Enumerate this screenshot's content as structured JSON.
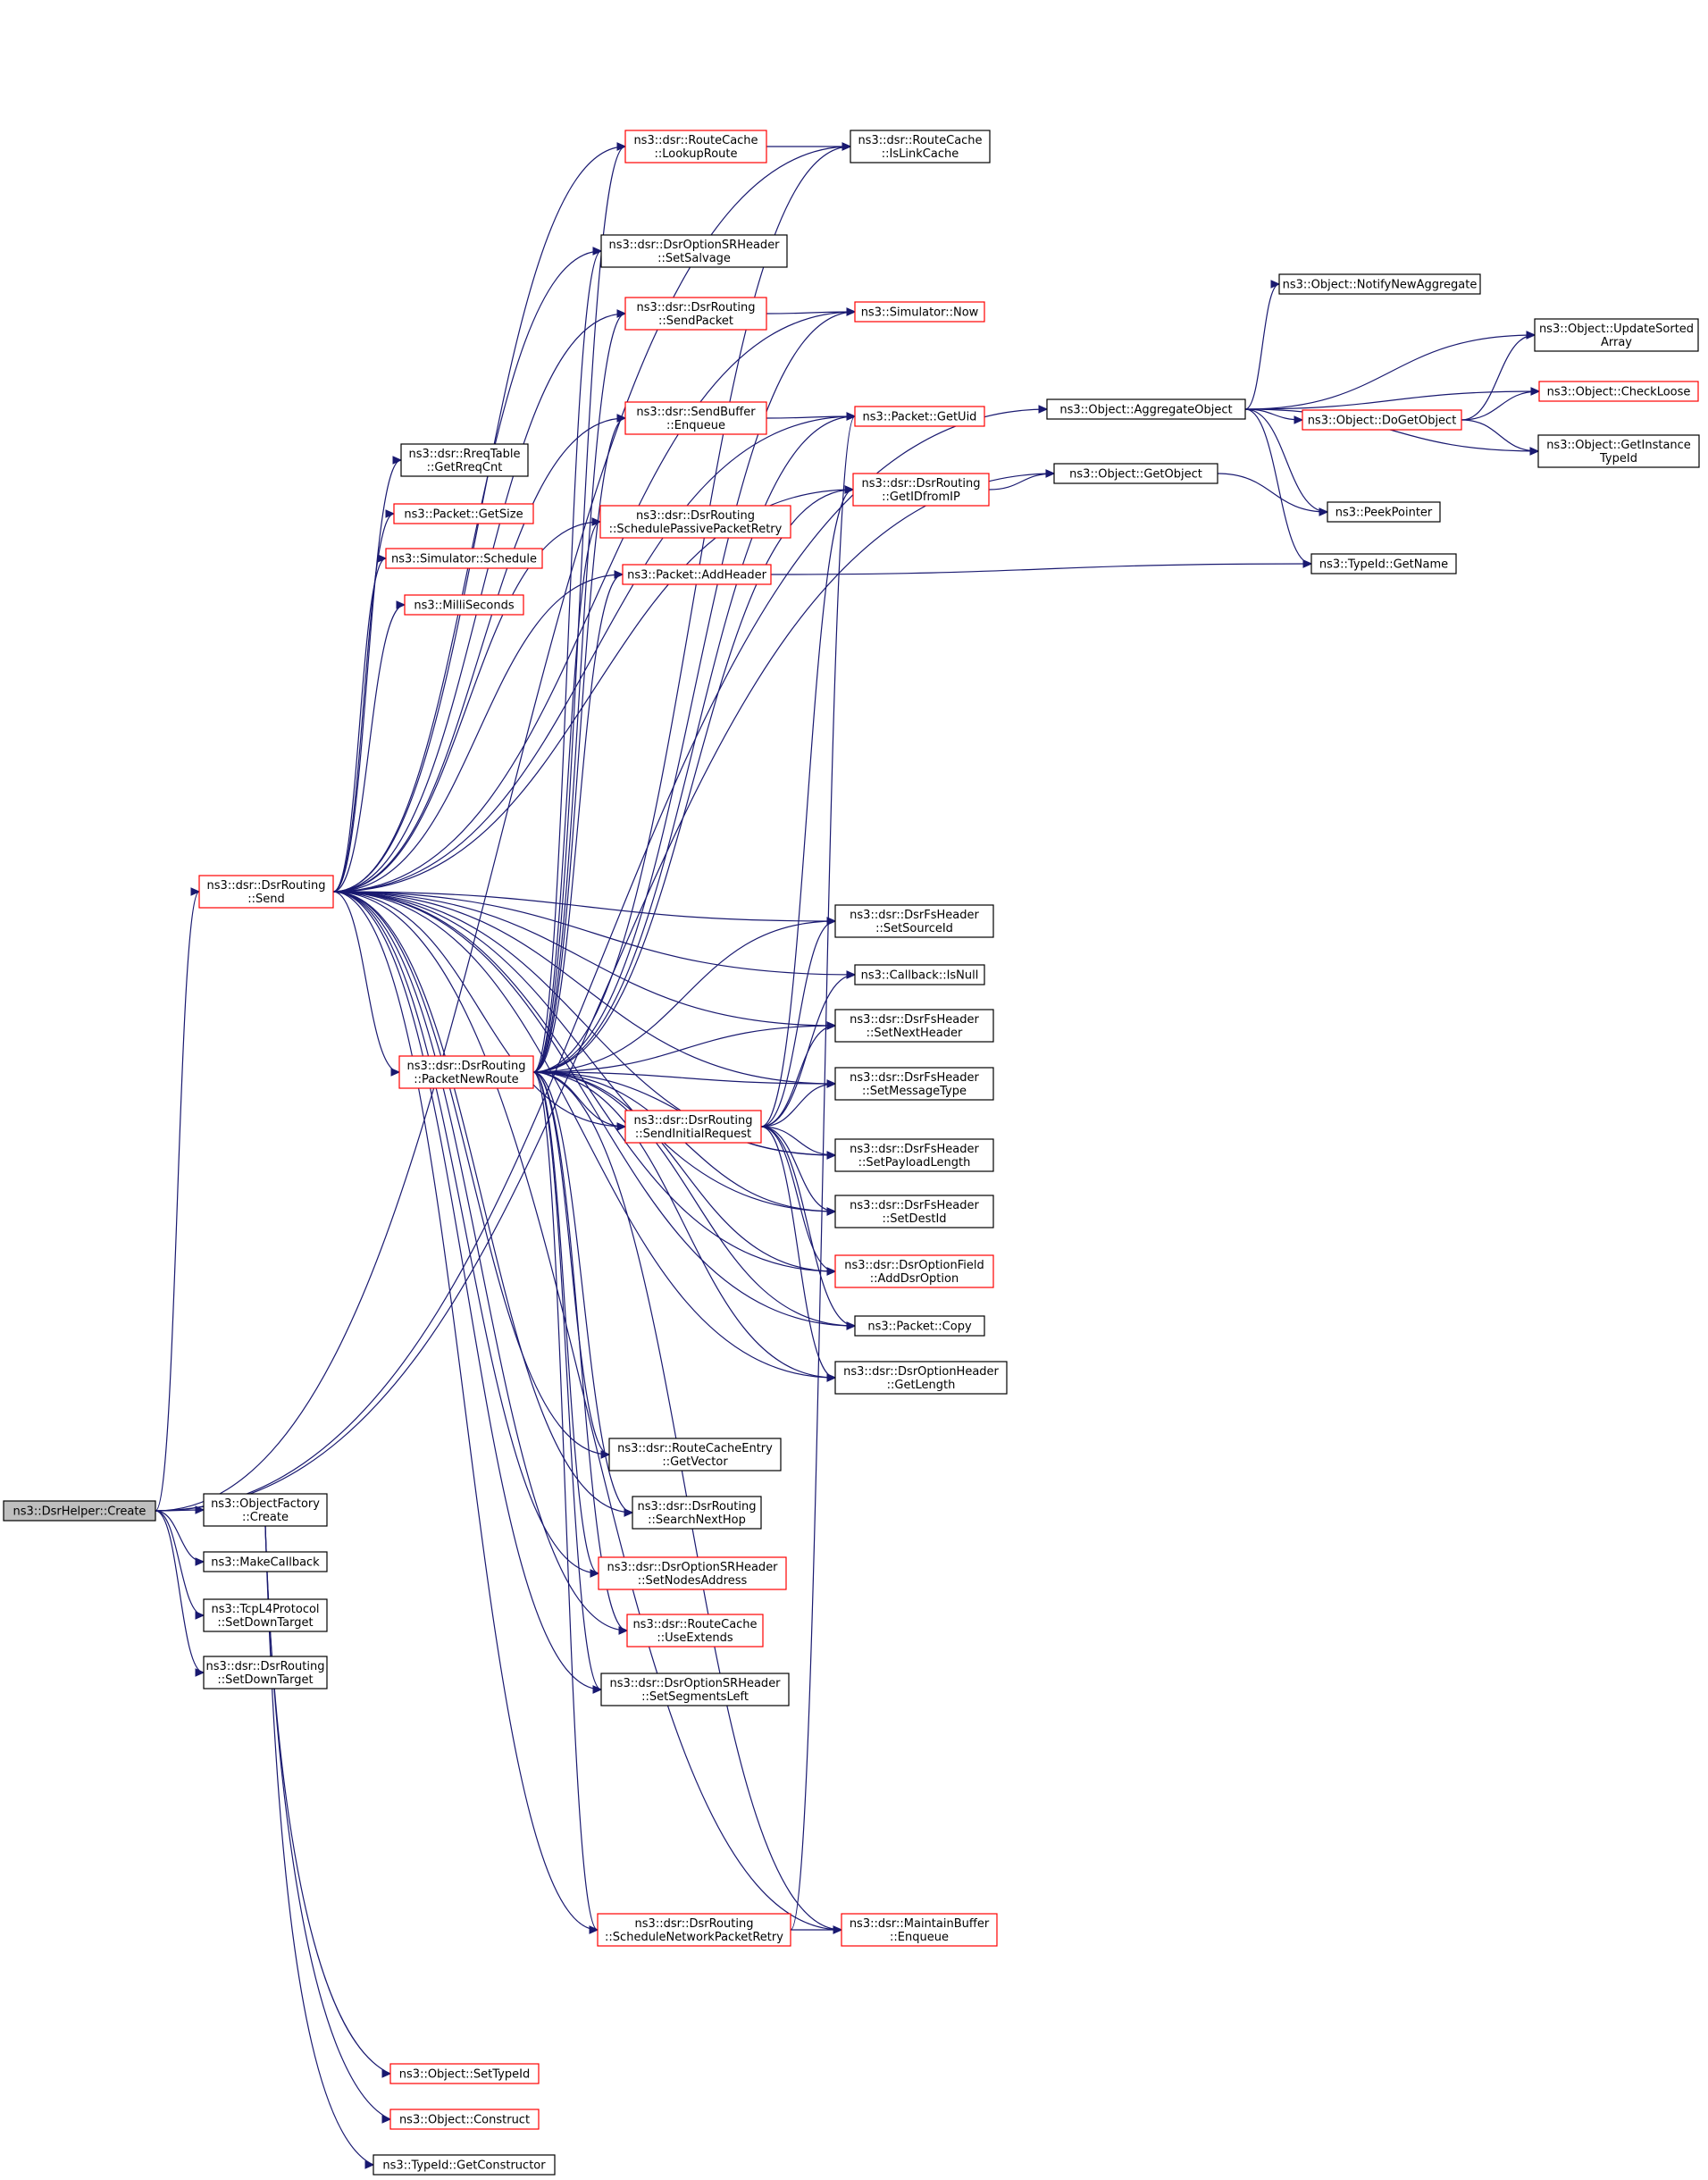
{
  "graph": {
    "root": "ns3::DsrHelper::Create",
    "nodes": {
      "root": {
        "lines": [
          "ns3::DsrHelper::Create"
        ],
        "kind": "root"
      },
      "of_create": {
        "lines": [
          "ns3::ObjectFactory",
          "::Create"
        ],
        "kind": "black"
      },
      "makecb": {
        "lines": [
          "ns3::MakeCallback"
        ],
        "kind": "black"
      },
      "tcpl4": {
        "lines": [
          "ns3::TcpL4Protocol",
          "::SetDownTarget"
        ],
        "kind": "black"
      },
      "dsr_setdown": {
        "lines": [
          "ns3::dsr::DsrRouting",
          "::SetDownTarget"
        ],
        "kind": "black"
      },
      "send": {
        "lines": [
          "ns3::dsr::DsrRouting",
          "::Send"
        ],
        "kind": "red"
      },
      "rreq": {
        "lines": [
          "ns3::dsr::RreqTable",
          "::GetRreqCnt"
        ],
        "kind": "black"
      },
      "pkt_size": {
        "lines": [
          "ns3::Packet::GetSize"
        ],
        "kind": "red"
      },
      "sim_sched": {
        "lines": [
          "ns3::Simulator::Schedule"
        ],
        "kind": "red"
      },
      "ms": {
        "lines": [
          "ns3::MilliSeconds"
        ],
        "kind": "red"
      },
      "pnr": {
        "lines": [
          "ns3::dsr::DsrRouting",
          "::PacketNewRoute"
        ],
        "kind": "red"
      },
      "set_typeid": {
        "lines": [
          "ns3::Object::SetTypeId"
        ],
        "kind": "red"
      },
      "construct": {
        "lines": [
          "ns3::Object::Construct"
        ],
        "kind": "red"
      },
      "getctor": {
        "lines": [
          "ns3::TypeId::GetConstructor"
        ],
        "kind": "black"
      },
      "lookup": {
        "lines": [
          "ns3::dsr::RouteCache",
          "::LookupRoute"
        ],
        "kind": "red"
      },
      "salvage": {
        "lines": [
          "ns3::dsr::DsrOptionSRHeader",
          "::SetSalvage"
        ],
        "kind": "black"
      },
      "sendpkt": {
        "lines": [
          "ns3::dsr::DsrRouting",
          "::SendPacket"
        ],
        "kind": "red"
      },
      "sb_enq": {
        "lines": [
          "ns3::dsr::SendBuffer",
          "::Enqueue"
        ],
        "kind": "red"
      },
      "passive": {
        "lines": [
          "ns3::dsr::DsrRouting",
          "::SchedulePassivePacketRetry"
        ],
        "kind": "red"
      },
      "addhdr": {
        "lines": [
          "ns3::Packet::AddHeader"
        ],
        "kind": "red"
      },
      "sir": {
        "lines": [
          "ns3::dsr::DsrRouting",
          "::SendInitialRequest"
        ],
        "kind": "red"
      },
      "getvec": {
        "lines": [
          "ns3::dsr::RouteCacheEntry",
          "::GetVector"
        ],
        "kind": "black"
      },
      "snh": {
        "lines": [
          "ns3::dsr::DsrRouting",
          "::SearchNextHop"
        ],
        "kind": "black"
      },
      "setnodes": {
        "lines": [
          "ns3::dsr::DsrOptionSRHeader",
          "::SetNodesAddress"
        ],
        "kind": "red"
      },
      "useext": {
        "lines": [
          "ns3::dsr::RouteCache",
          "::UseExtends"
        ],
        "kind": "red"
      },
      "segleft": {
        "lines": [
          "ns3::dsr::DsrOptionSRHeader",
          "::SetSegmentsLeft"
        ],
        "kind": "black"
      },
      "netretry": {
        "lines": [
          "ns3::dsr::DsrRouting",
          "::ScheduleNetworkPacketRetry"
        ],
        "kind": "red"
      },
      "islink": {
        "lines": [
          "ns3::dsr::RouteCache",
          "::IsLinkCache"
        ],
        "kind": "black"
      },
      "now": {
        "lines": [
          "ns3::Simulator::Now"
        ],
        "kind": "red"
      },
      "getuid": {
        "lines": [
          "ns3::Packet::GetUid"
        ],
        "kind": "red"
      },
      "getidip": {
        "lines": [
          "ns3::dsr::DsrRouting",
          "::GetIDfromIP"
        ],
        "kind": "red"
      },
      "srcid": {
        "lines": [
          "ns3::dsr::DsrFsHeader",
          "::SetSourceId"
        ],
        "kind": "black"
      },
      "isnull": {
        "lines": [
          "ns3::Callback::IsNull"
        ],
        "kind": "black"
      },
      "nexthdr": {
        "lines": [
          "ns3::dsr::DsrFsHeader",
          "::SetNextHeader"
        ],
        "kind": "black"
      },
      "msgtype": {
        "lines": [
          "ns3::dsr::DsrFsHeader",
          "::SetMessageType"
        ],
        "kind": "black"
      },
      "paylen": {
        "lines": [
          "ns3::dsr::DsrFsHeader",
          "::SetPayloadLength"
        ],
        "kind": "black"
      },
      "destid": {
        "lines": [
          "ns3::dsr::DsrFsHeader",
          "::SetDestId"
        ],
        "kind": "black"
      },
      "adddsr": {
        "lines": [
          "ns3::dsr::DsrOptionField",
          "::AddDsrOption"
        ],
        "kind": "red"
      },
      "copy": {
        "lines": [
          "ns3::Packet::Copy"
        ],
        "kind": "black"
      },
      "getlen": {
        "lines": [
          "ns3::dsr::DsrOptionHeader",
          "::GetLength"
        ],
        "kind": "black"
      },
      "mb_enq": {
        "lines": [
          "ns3::dsr::MaintainBuffer",
          "::Enqueue"
        ],
        "kind": "red"
      },
      "getobj": {
        "lines": [
          "ns3::Object::GetObject"
        ],
        "kind": "black"
      },
      "aggr": {
        "lines": [
          "ns3::Object::AggregateObject"
        ],
        "kind": "black"
      },
      "notify": {
        "lines": [
          "ns3::Object::NotifyNewAggregate"
        ],
        "kind": "black"
      },
      "dogetobj": {
        "lines": [
          "ns3::Object::DoGetObject"
        ],
        "kind": "red"
      },
      "peek": {
        "lines": [
          "ns3::PeekPointer"
        ],
        "kind": "black"
      },
      "getname": {
        "lines": [
          "ns3::TypeId::GetName"
        ],
        "kind": "black"
      },
      "upd": {
        "lines": [
          "ns3::Object::UpdateSorted",
          "Array"
        ],
        "kind": "black"
      },
      "loose": {
        "lines": [
          "ns3::Object::CheckLoose"
        ],
        "kind": "red"
      },
      "getinst": {
        "lines": [
          "ns3::Object::GetInstance",
          "TypeId"
        ],
        "kind": "black"
      }
    },
    "edges": [
      [
        "root",
        "of_create"
      ],
      [
        "root",
        "makecb"
      ],
      [
        "root",
        "tcpl4"
      ],
      [
        "root",
        "dsr_setdown"
      ],
      [
        "root",
        "send"
      ],
      [
        "root",
        "aggr"
      ],
      [
        "root",
        "getobj"
      ],
      [
        "root",
        "islink"
      ],
      [
        "of_create",
        "set_typeid"
      ],
      [
        "of_create",
        "construct"
      ],
      [
        "of_create",
        "getctor"
      ],
      [
        "send",
        "lookup"
      ],
      [
        "send",
        "salvage"
      ],
      [
        "send",
        "sendpkt"
      ],
      [
        "send",
        "sb_enq"
      ],
      [
        "send",
        "rreq"
      ],
      [
        "send",
        "pkt_size"
      ],
      [
        "send",
        "sim_sched"
      ],
      [
        "send",
        "ms"
      ],
      [
        "send",
        "passive"
      ],
      [
        "send",
        "addhdr"
      ],
      [
        "send",
        "pnr"
      ],
      [
        "send",
        "sir"
      ],
      [
        "send",
        "getvec"
      ],
      [
        "send",
        "snh"
      ],
      [
        "send",
        "setnodes"
      ],
      [
        "send",
        "useext"
      ],
      [
        "send",
        "segleft"
      ],
      [
        "send",
        "netretry"
      ],
      [
        "send",
        "now"
      ],
      [
        "send",
        "getuid"
      ],
      [
        "send",
        "getidip"
      ],
      [
        "send",
        "srcid"
      ],
      [
        "send",
        "isnull"
      ],
      [
        "send",
        "nexthdr"
      ],
      [
        "send",
        "msgtype"
      ],
      [
        "send",
        "paylen"
      ],
      [
        "send",
        "destid"
      ],
      [
        "send",
        "adddsr"
      ],
      [
        "send",
        "copy"
      ],
      [
        "send",
        "getlen"
      ],
      [
        "send",
        "mb_enq"
      ],
      [
        "pnr",
        "lookup"
      ],
      [
        "pnr",
        "salvage"
      ],
      [
        "pnr",
        "sendpkt"
      ],
      [
        "pnr",
        "sb_enq"
      ],
      [
        "pnr",
        "passive"
      ],
      [
        "pnr",
        "addhdr"
      ],
      [
        "pnr",
        "sir"
      ],
      [
        "pnr",
        "getvec"
      ],
      [
        "pnr",
        "snh"
      ],
      [
        "pnr",
        "setnodes"
      ],
      [
        "pnr",
        "useext"
      ],
      [
        "pnr",
        "segleft"
      ],
      [
        "pnr",
        "netretry"
      ],
      [
        "pnr",
        "islink"
      ],
      [
        "pnr",
        "now"
      ],
      [
        "pnr",
        "getuid"
      ],
      [
        "pnr",
        "getidip"
      ],
      [
        "pnr",
        "srcid"
      ],
      [
        "pnr",
        "nexthdr"
      ],
      [
        "pnr",
        "msgtype"
      ],
      [
        "pnr",
        "paylen"
      ],
      [
        "pnr",
        "destid"
      ],
      [
        "pnr",
        "adddsr"
      ],
      [
        "pnr",
        "copy"
      ],
      [
        "pnr",
        "getlen"
      ],
      [
        "pnr",
        "mb_enq"
      ],
      [
        "sir",
        "getidip"
      ],
      [
        "sir",
        "srcid"
      ],
      [
        "sir",
        "isnull"
      ],
      [
        "sir",
        "nexthdr"
      ],
      [
        "sir",
        "msgtype"
      ],
      [
        "sir",
        "paylen"
      ],
      [
        "sir",
        "destid"
      ],
      [
        "sir",
        "adddsr"
      ],
      [
        "sir",
        "copy"
      ],
      [
        "sir",
        "getlen"
      ],
      [
        "lookup",
        "islink"
      ],
      [
        "sendpkt",
        "now"
      ],
      [
        "sb_enq",
        "getuid"
      ],
      [
        "getidip",
        "getobj"
      ],
      [
        "addhdr",
        "getname"
      ],
      [
        "netretry",
        "mb_enq"
      ],
      [
        "netretry",
        "getuid"
      ],
      [
        "getobj",
        "peek"
      ],
      [
        "aggr",
        "notify"
      ],
      [
        "aggr",
        "upd"
      ],
      [
        "aggr",
        "loose"
      ],
      [
        "aggr",
        "dogetobj"
      ],
      [
        "aggr",
        "getinst"
      ],
      [
        "aggr",
        "peek"
      ],
      [
        "aggr",
        "getname"
      ],
      [
        "dogetobj",
        "upd"
      ],
      [
        "dogetobj",
        "loose"
      ],
      [
        "dogetobj",
        "getinst"
      ]
    ]
  }
}
